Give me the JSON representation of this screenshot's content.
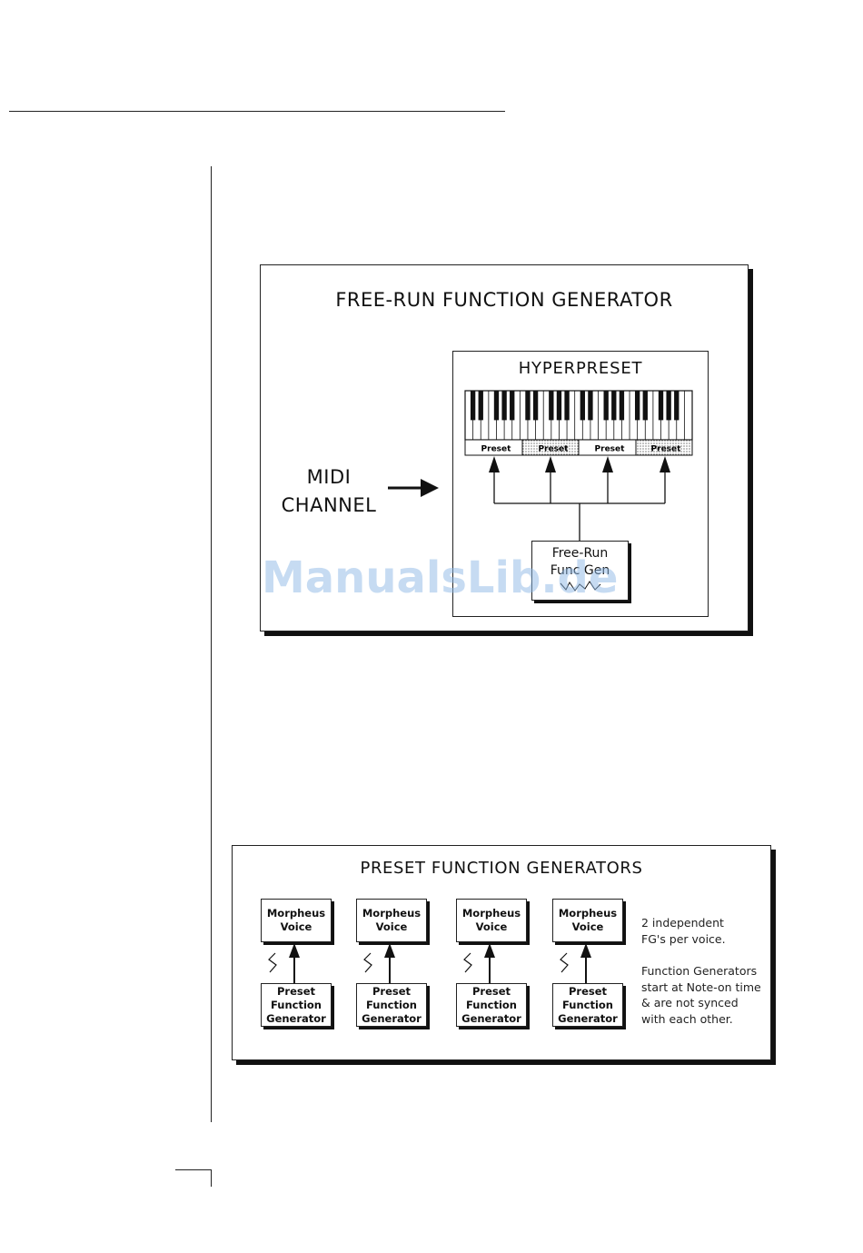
{
  "figure1": {
    "title": "FREE-RUN FUNCTION GENERATOR",
    "hyperpreset_title": "HYPERPRESET",
    "zones": [
      "Preset",
      "Preset",
      "Preset",
      "Preset"
    ],
    "midi_label": [
      "MIDI",
      "CHANNEL"
    ],
    "fg_box": [
      "Free-Run",
      "Func Gen"
    ]
  },
  "watermark": "ManualsLib.de",
  "figure2": {
    "title": "PRESET FUNCTION GENERATORS",
    "voices": [
      {
        "voice": [
          "Morpheus",
          "Voice"
        ],
        "fg": [
          "Preset",
          "Function",
          "Generator"
        ]
      },
      {
        "voice": [
          "Morpheus",
          "Voice"
        ],
        "fg": [
          "Preset",
          "Function",
          "Generator"
        ]
      },
      {
        "voice": [
          "Morpheus",
          "Voice"
        ],
        "fg": [
          "Preset",
          "Function",
          "Generator"
        ]
      },
      {
        "voice": [
          "Morpheus",
          "Voice"
        ],
        "fg": [
          "Preset",
          "Function",
          "Generator"
        ]
      }
    ],
    "note1": [
      "2 independent",
      "FG's per voice."
    ],
    "note2": [
      "Function Generators",
      "start at Note-on time",
      "& are not synced",
      "with each other."
    ]
  }
}
